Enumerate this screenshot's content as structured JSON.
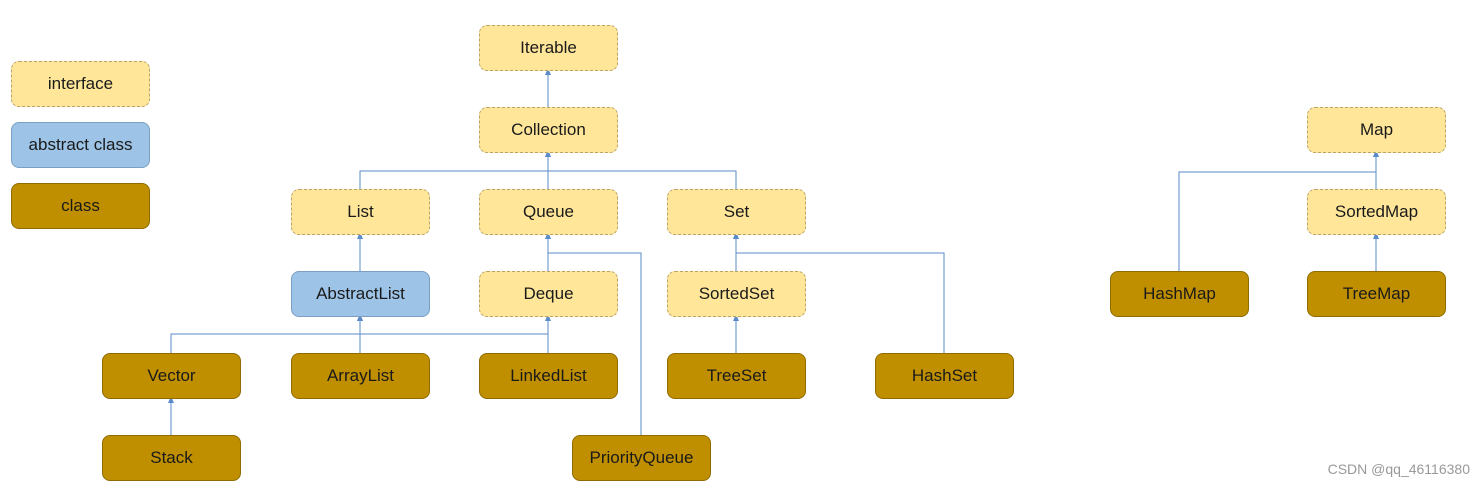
{
  "legend": {
    "interface": "interface",
    "abstract_class": "abstract class",
    "class": "class"
  },
  "nodes": {
    "iterable": "Iterable",
    "collection": "Collection",
    "list": "List",
    "queue": "Queue",
    "set": "Set",
    "abstract_list": "AbstractList",
    "deque": "Deque",
    "sorted_set": "SortedSet",
    "vector": "Vector",
    "array_list": "ArrayList",
    "linked_list": "LinkedList",
    "tree_set": "TreeSet",
    "hash_set": "HashSet",
    "stack": "Stack",
    "priority_queue": "PriorityQueue",
    "map": "Map",
    "sorted_map": "SortedMap",
    "hash_map": "HashMap",
    "tree_map": "TreeMap"
  },
  "edges": [
    [
      "collection",
      "iterable"
    ],
    [
      "list",
      "collection"
    ],
    [
      "queue",
      "collection"
    ],
    [
      "set",
      "collection"
    ],
    [
      "abstract_list",
      "list"
    ],
    [
      "deque",
      "queue"
    ],
    [
      "priority_queue",
      "queue"
    ],
    [
      "sorted_set",
      "set"
    ],
    [
      "hash_set",
      "set"
    ],
    [
      "vector",
      "abstract_list"
    ],
    [
      "array_list",
      "abstract_list"
    ],
    [
      "linked_list",
      "abstract_list"
    ],
    [
      "linked_list",
      "deque"
    ],
    [
      "stack",
      "vector"
    ],
    [
      "tree_set",
      "sorted_set"
    ],
    [
      "sorted_map",
      "map"
    ],
    [
      "hash_map",
      "map"
    ],
    [
      "tree_map",
      "sorted_map"
    ]
  ],
  "colors": {
    "interface": "#ffe699",
    "abstract_class": "#9dc3e6",
    "class": "#bf8f00",
    "connector": "#5b8bc9"
  },
  "watermark": "CSDN @qq_46116380"
}
